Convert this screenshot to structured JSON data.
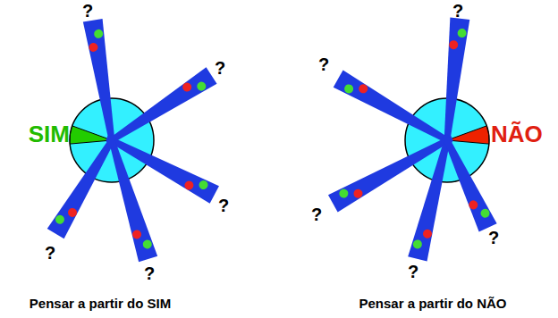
{
  "diagram": {
    "labels": [
      "?",
      "?",
      "?",
      "?",
      "?",
      "SIM",
      "Pensar a partir do SIM",
      "?",
      "?",
      "?",
      "?",
      "?",
      "NÃO",
      "Pensar a partir do NÃO"
    ]
  }
}
